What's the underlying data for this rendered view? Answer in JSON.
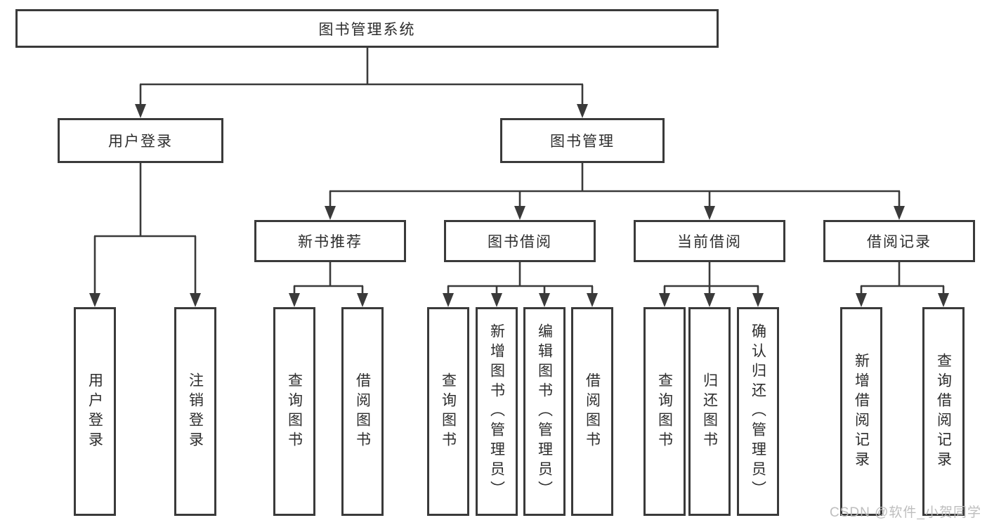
{
  "diagram": {
    "root": {
      "label": "图书管理系统",
      "children": [
        {
          "label": "用户登录",
          "children": [
            {
              "label": "用户登录"
            },
            {
              "label": "注销登录"
            }
          ]
        },
        {
          "label": "图书管理",
          "children": [
            {
              "label": "新书推荐",
              "children": [
                {
                  "label": "查询图书"
                },
                {
                  "label": "借阅图书"
                }
              ]
            },
            {
              "label": "图书借阅",
              "children": [
                {
                  "label": "查询图书"
                },
                {
                  "label": "新增图书（管理员）"
                },
                {
                  "label": "编辑图书（管理员）"
                },
                {
                  "label": "借阅图书"
                }
              ]
            },
            {
              "label": "当前借阅",
              "children": [
                {
                  "label": "查询图书"
                },
                {
                  "label": "归还图书"
                },
                {
                  "label": "确认归还（管理员）"
                }
              ]
            },
            {
              "label": "借阅记录",
              "children": [
                {
                  "label": "新增借阅记录"
                },
                {
                  "label": "查询借阅记录"
                }
              ]
            }
          ]
        }
      ]
    },
    "line_color": "#3a3a3a"
  },
  "watermark": {
    "text": "CSDN @软件_小贺同学"
  }
}
